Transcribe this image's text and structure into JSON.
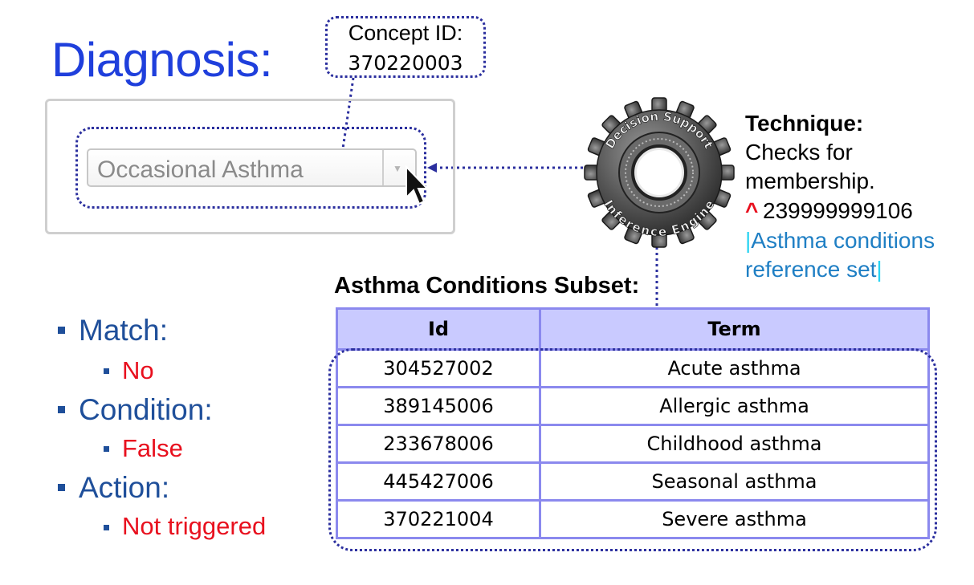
{
  "diagnosis": {
    "title": "Diagnosis:",
    "selected_value": "Occasional Asthma"
  },
  "concept_callout": {
    "label": "Concept ID:",
    "value": "370220003"
  },
  "technique": {
    "heading": "Technique:",
    "line1": "Checks for",
    "line2": "membership.",
    "caret": "^",
    "code": "239999999106",
    "pipe_open": "|",
    "term_line1": "Asthma conditions",
    "term_line2": "reference set",
    "pipe_close": "|"
  },
  "engine_badge": {
    "top_text": "Decision Support",
    "bottom_text": "Inference Engine"
  },
  "subset": {
    "title": "Asthma Conditions Subset:",
    "columns": [
      "Id",
      "Term"
    ],
    "rows": [
      [
        "304527002",
        "Acute asthma"
      ],
      [
        "389145006",
        "Allergic asthma"
      ],
      [
        "233678006",
        "Childhood asthma"
      ],
      [
        "445427006",
        "Seasonal asthma"
      ],
      [
        "370221004",
        "Severe asthma"
      ]
    ]
  },
  "rules": [
    {
      "label": "Match:",
      "value": "No"
    },
    {
      "label": "Condition:",
      "value": "False"
    },
    {
      "label": "Action:",
      "value": "Not triggered"
    }
  ],
  "colors": {
    "title_blue": "#1f3fdc",
    "rule_blue": "#1f4f9a",
    "result_red": "#e8101e",
    "term_blue": "#1f7fc4",
    "table_header": "#c9caff",
    "table_border": "#8b89ee",
    "dotted_line": "#2b2f9e"
  },
  "icons": [
    "chevron-down-icon",
    "cursor-icon",
    "gear-icon"
  ]
}
